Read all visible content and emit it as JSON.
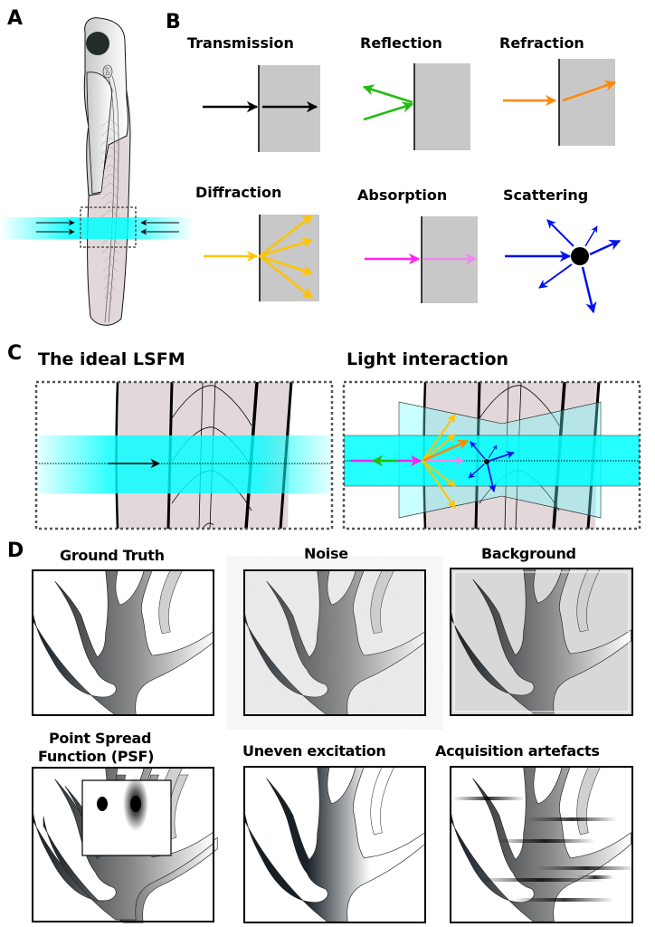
{
  "panels": {
    "a": {
      "letter": "A"
    },
    "b": {
      "letter": "B",
      "items": [
        {
          "title": "Transmission",
          "color": "#000000"
        },
        {
          "title": "Reflection",
          "color": "#22bb11"
        },
        {
          "title": "Refraction",
          "color": "#ff8800"
        },
        {
          "title": "Diffraction",
          "color": "#ffc400"
        },
        {
          "title": "Absorption",
          "color": "#ff22ee"
        },
        {
          "title": "Scattering",
          "color": "#0011ee"
        }
      ]
    },
    "c": {
      "letter": "C",
      "left_title": "The ideal LSFM",
      "right_title": "Light interaction"
    },
    "d": {
      "letter": "D",
      "items": [
        {
          "title": "Ground Truth"
        },
        {
          "title": "Noise"
        },
        {
          "title": "Background"
        },
        {
          "title_line1": "Point Spread",
          "title_line2": "Function (PSF)"
        },
        {
          "title": "Uneven excitation"
        },
        {
          "title": "Acquisition artefacts"
        }
      ]
    }
  },
  "colors": {
    "light_sheet": "#00ffff",
    "tissue": "#e2d8da",
    "medium_gray": "#c8c8c8"
  }
}
